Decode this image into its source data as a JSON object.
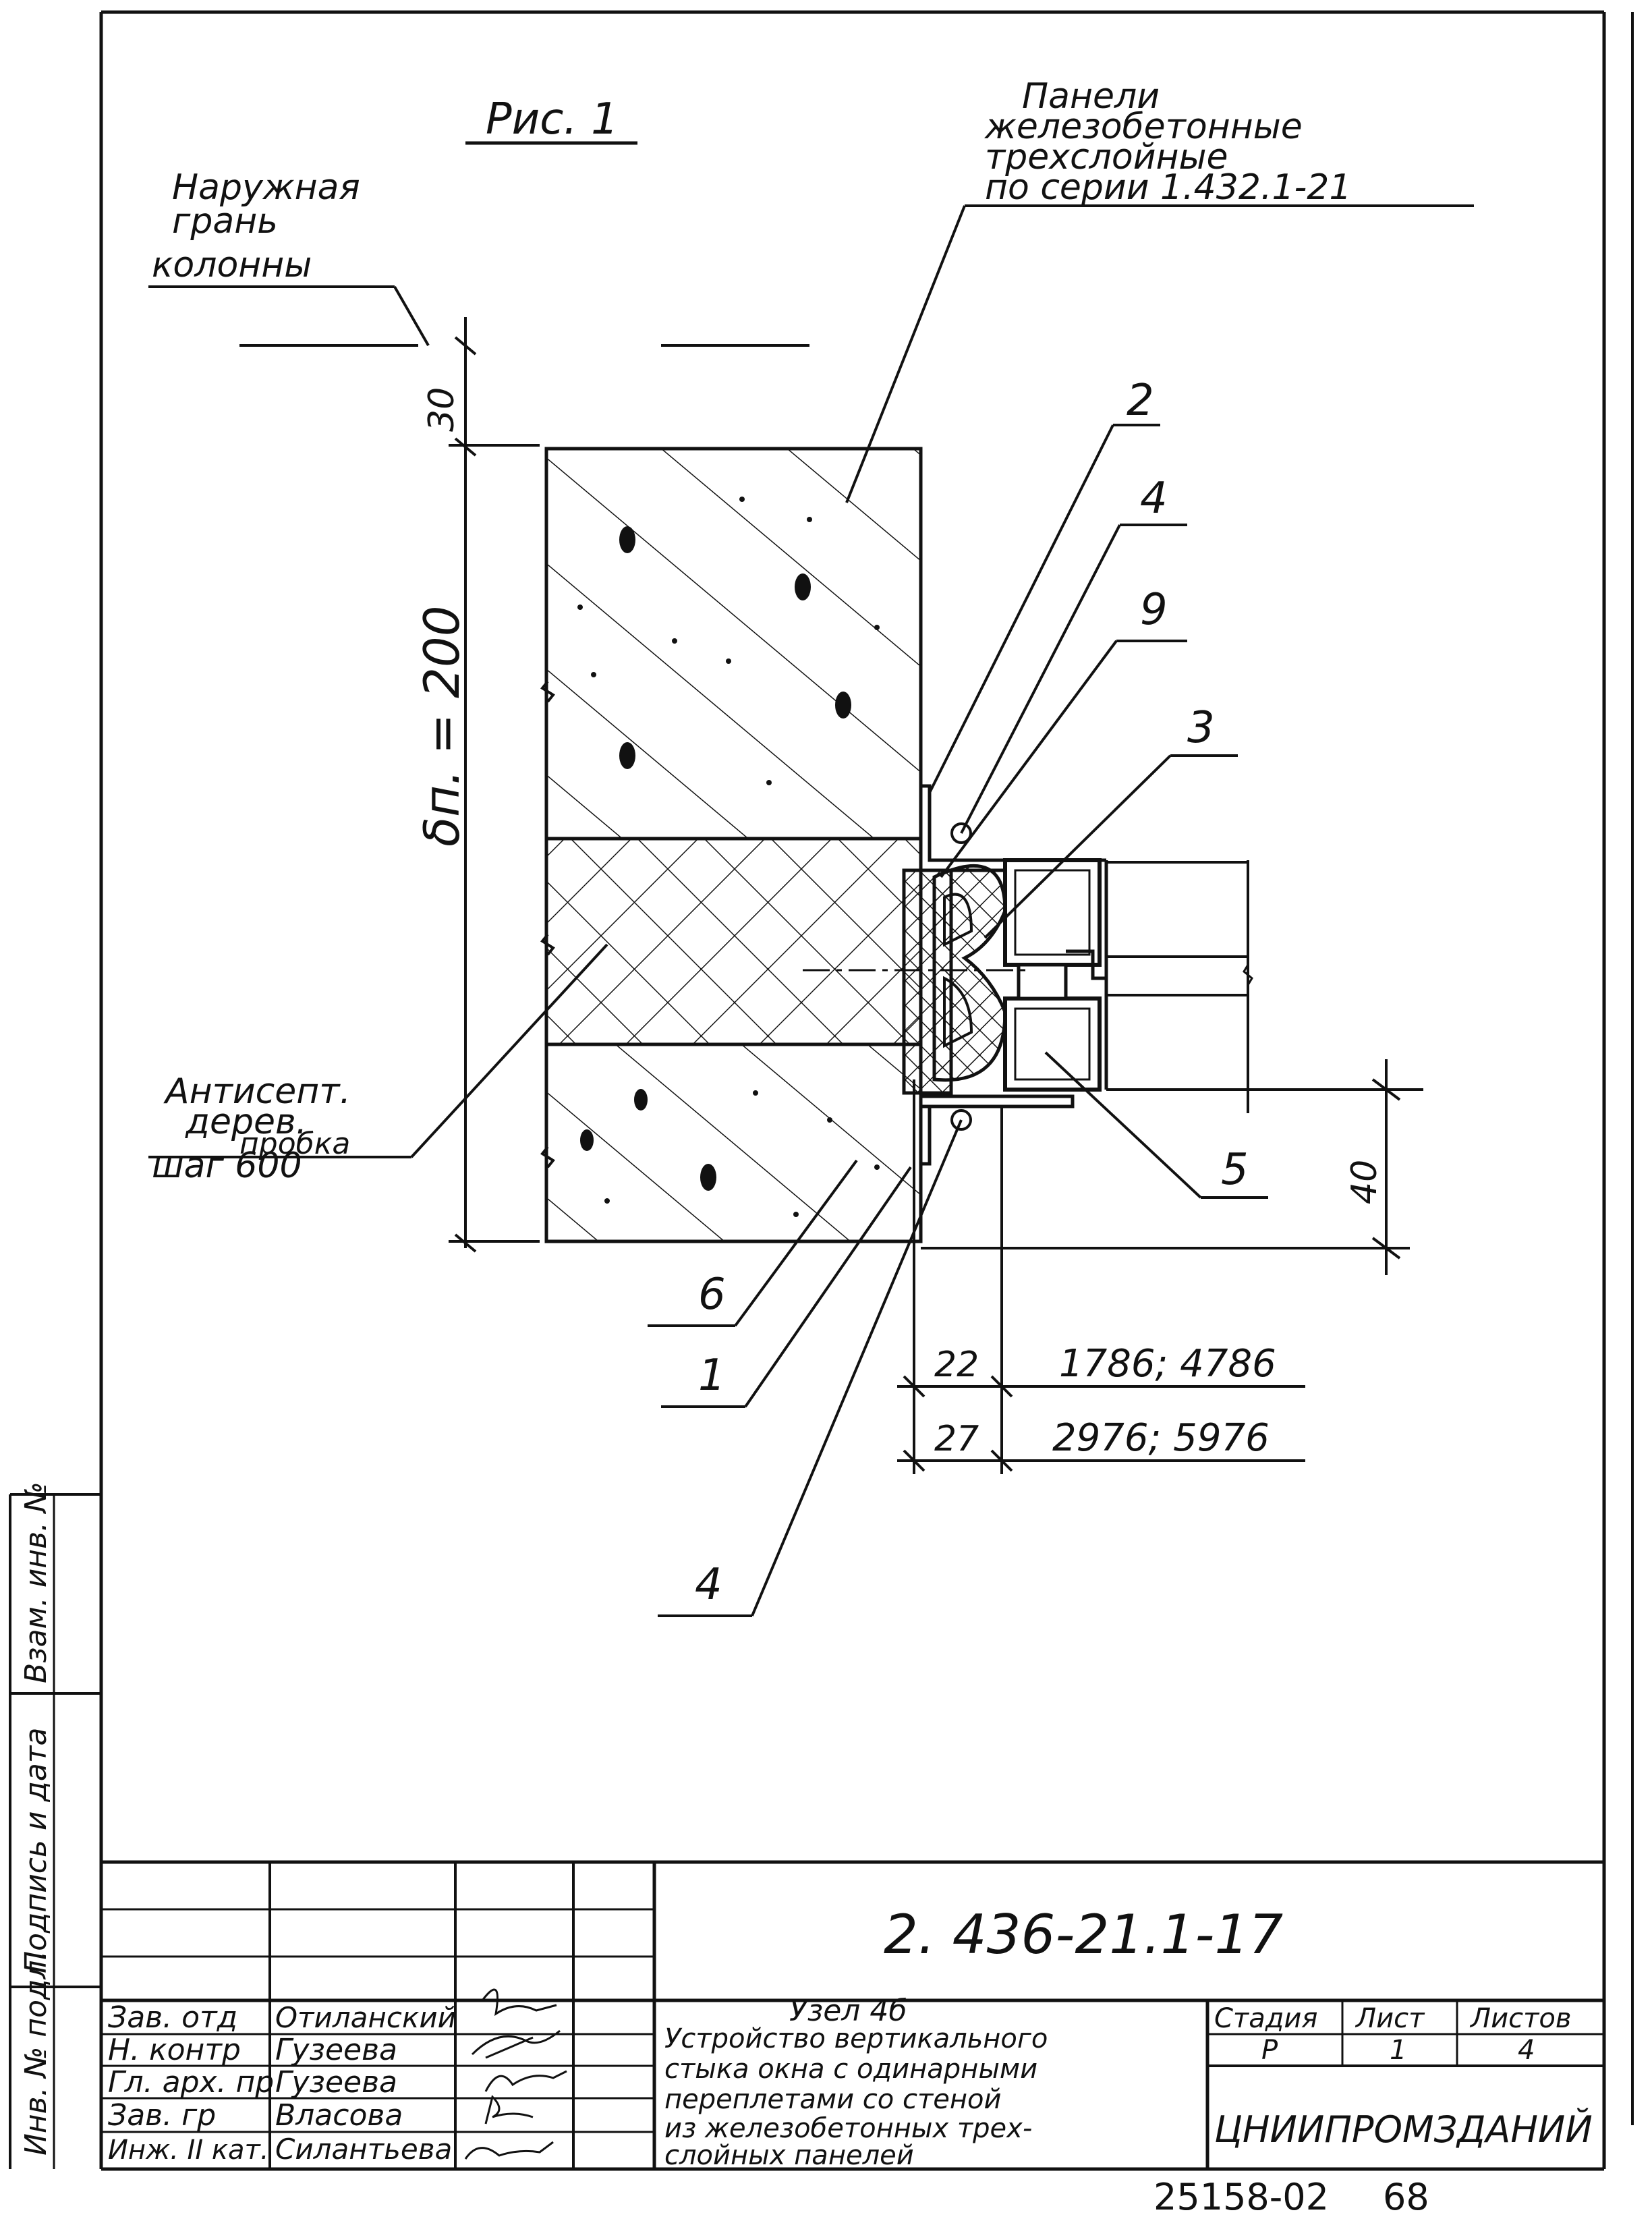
{
  "figure_label": "Рис. 1",
  "callouts": {
    "column_face": [
      "Наружная",
      "грань",
      "колонны"
    ],
    "panels": [
      "Панели",
      "железобетонные",
      "трехслойные",
      "по серии 1.432.1-21"
    ],
    "cork": [
      "Антисепт.",
      "дерев.",
      "пробка",
      "шаг 600"
    ]
  },
  "dimensions": {
    "gap_30": "30",
    "panel_thickness": "δп. = 200",
    "offset_40": "40",
    "row1_dim": "22",
    "row1_sizes": "1786; 4786",
    "row2_dim": "27",
    "row2_sizes": "2976; 5976"
  },
  "markers": {
    "m2": "2",
    "m4_top": "4",
    "m9": "9",
    "m3": "3",
    "m5": "5",
    "m6": "6",
    "m1": "1",
    "m4_bottom": "4"
  },
  "side_stamp": [
    "Инв. № подл.",
    "Подпись и дата",
    "Взам. инв. №"
  ],
  "title_block": {
    "doc_number": "2. 436-21.1-17",
    "roles": [
      "Зав. отд",
      "Н. контр",
      "Гл. арх. пр",
      "Зав. гр",
      "Инж. II кат."
    ],
    "names": [
      "Отиланский",
      "Гузеева",
      "Гузеева",
      "Власова",
      "Силантьева"
    ],
    "title_lines": [
      "Узел 4б",
      "Устройство вертикального",
      "стыка окна с одинарными",
      "переплетами со стеной",
      "из железобетонных трех-",
      "слойных панелей"
    ],
    "stage_header": "Стадия",
    "sheet_header": "Лист",
    "sheets_header": "Листов",
    "stage": "Р",
    "sheet": "1",
    "sheets": "4",
    "organization": "ЦНИИПРОМЗДАНИЙ"
  },
  "footer": {
    "archive_number": "25158-02",
    "page": "68"
  }
}
